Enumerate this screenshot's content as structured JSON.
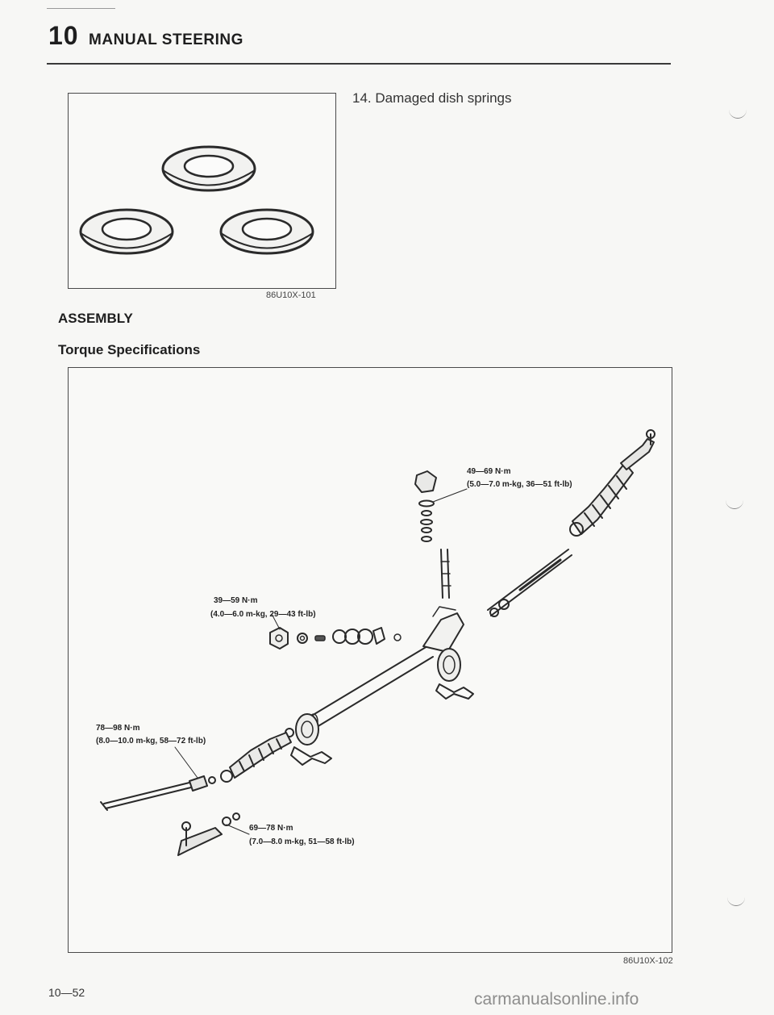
{
  "header": {
    "chapter_number": "10",
    "chapter_title": "MANUAL STEERING"
  },
  "figure_top": {
    "code": "86U10X-101",
    "step_text": "14. Damaged dish springs"
  },
  "section": {
    "heading": "ASSEMBLY",
    "subheading": "Torque Specifications"
  },
  "figure_main": {
    "code": "86U10X-102",
    "callouts": {
      "c1_line1": "49—69 N·m",
      "c1_line2": "(5.0—7.0 m-kg, 36—51 ft-lb)",
      "c2_line1": "39—59 N·m",
      "c2_line2": "(4.0—6.0 m-kg, 29—43 ft-lb)",
      "c3_line1": "78—98 N·m",
      "c3_line2": "(8.0—10.0 m-kg, 58—72 ft-lb)",
      "c4_line1": "69—78 N·m",
      "c4_line2": "(7.0—8.0 m-kg, 51—58 ft-lb)"
    }
  },
  "footer": {
    "page_number": "10—52",
    "watermark": "carmanualsonline.info"
  }
}
